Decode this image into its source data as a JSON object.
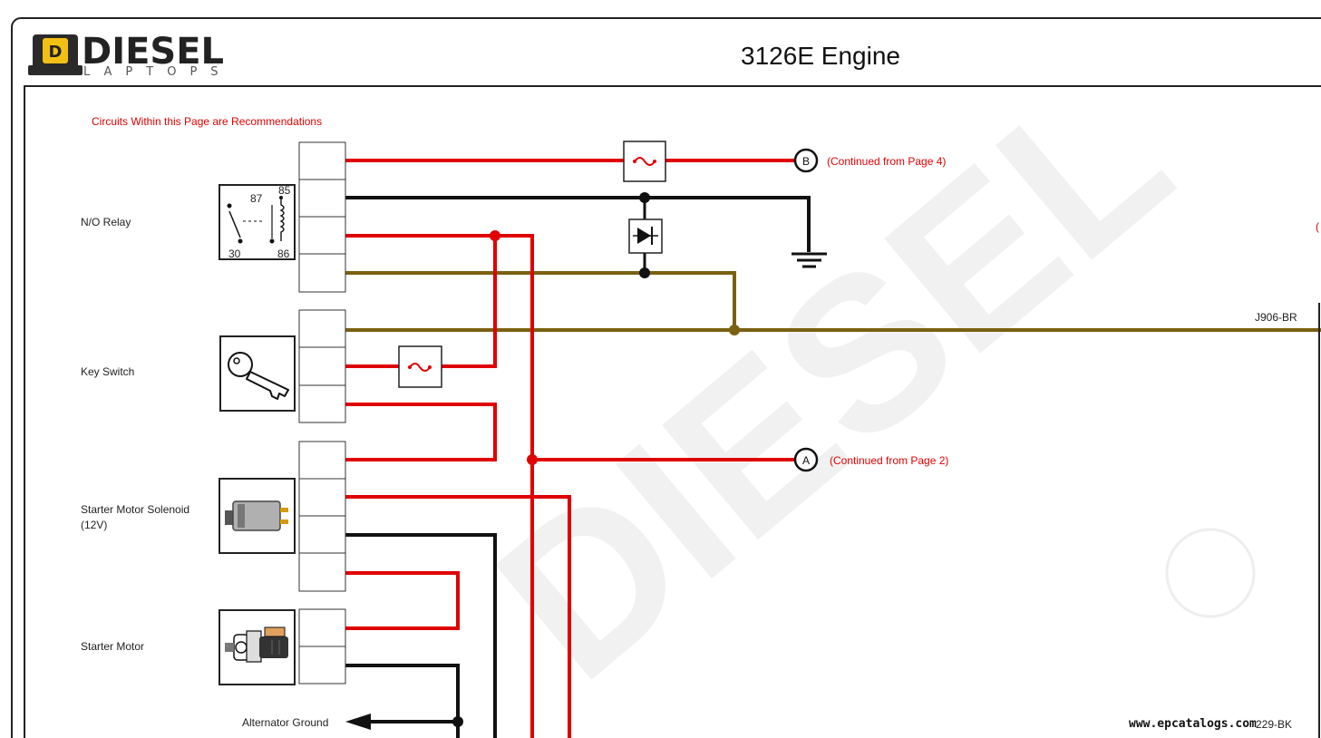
{
  "header": {
    "logo_main": "DIESEL",
    "logo_sub": "LAPTOPS",
    "logo_badge": "D",
    "title": "3126E Engine"
  },
  "note": "Circuits Within this Page are Recommendations",
  "components": {
    "relay": "N/O Relay",
    "relay_pins": [
      "87",
      "85",
      "30",
      "86"
    ],
    "key_switch": "Key Switch",
    "solenoid_line1": "Starter Motor Solenoid",
    "solenoid_line2": "(12V)",
    "starter_motor": "Starter Motor",
    "alternator_ground": "Alternator Ground"
  },
  "connectors": {
    "b_letter": "B",
    "b_text": "(Continued from Page 4)",
    "a_letter": "A",
    "a_text": "(Continued from Page 2)"
  },
  "wire_labels": {
    "j906": "J906-BR",
    "bottom_right": "229-BK",
    "right_edge_mark": "("
  },
  "watermark_site": "www.epcatalogs.com",
  "colors": {
    "red_wire": "#e00000",
    "black_wire": "#111111",
    "brown_wire": "#7a6010",
    "logo_yellow": "#f2c014"
  }
}
